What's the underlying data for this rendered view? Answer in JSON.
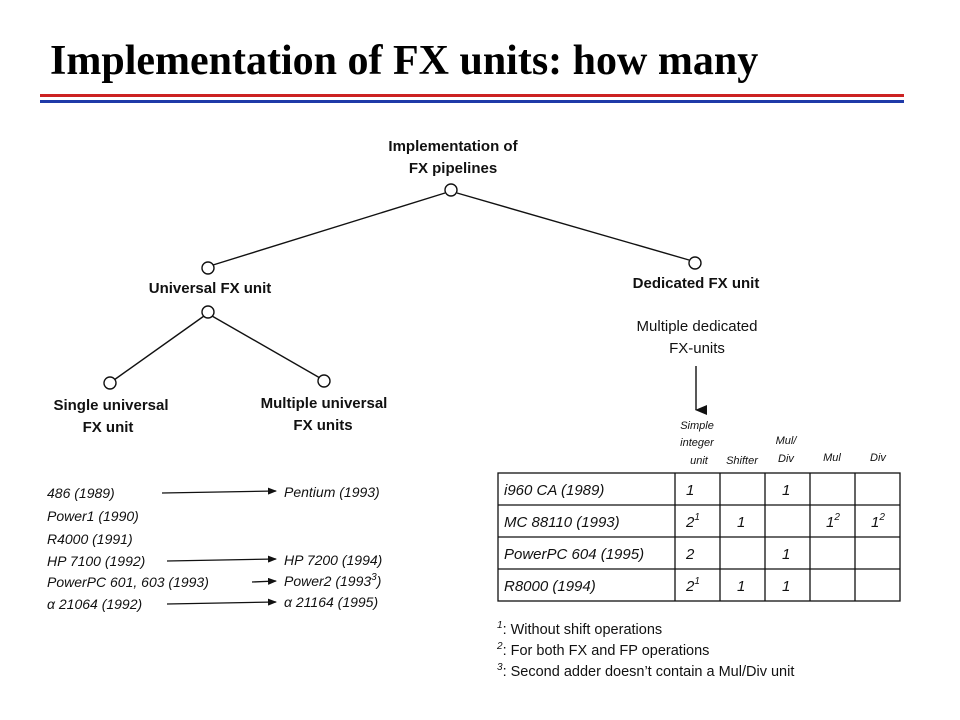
{
  "title": "Implementation of FX units: how many",
  "colors": {
    "rule_red": "#cc2222",
    "rule_blue": "#1f3aa8",
    "ink": "#111111"
  },
  "tree": {
    "root": [
      "Implementation of",
      "FX pipelines"
    ],
    "universal": "Universal FX unit",
    "dedicated": "Dedicated FX unit",
    "single": [
      "Single universal",
      "FX unit"
    ],
    "multiple": [
      "Multiple universal",
      "FX units"
    ],
    "dedicated_sub": [
      "Multiple dedicated",
      "FX-units"
    ]
  },
  "processors_left": [
    "486 (1989)",
    "Power1 (1990)",
    "R4000 (1991)",
    "HP 7100 (1992)",
    "PowerPC 601, 603 (1993)",
    "α 21064 (1992)"
  ],
  "processors_right": {
    "pentium": "Pentium (1993)",
    "hp7200": "HP 7200 (1994)",
    "power2": "Power2 (1993",
    "power2_sup": "3",
    "power2_close": ")",
    "alpha21164": "α 21164 (1995)"
  },
  "table": {
    "headers": {
      "simple": [
        "Simple",
        "integer",
        "unit"
      ],
      "shifter": "Shifter",
      "muldiv": [
        "Mul/",
        "Div"
      ],
      "mul": "Mul",
      "div": "Div"
    },
    "rows": [
      {
        "name": "i960 CA (1989)",
        "simple": "1",
        "simple_sup": "",
        "shifter": "",
        "muldiv": "1",
        "mul": "",
        "mul_sup": "",
        "div": "",
        "div_sup": ""
      },
      {
        "name": "MC 88110 (1993)",
        "simple": "2",
        "simple_sup": "1",
        "shifter": "1",
        "muldiv": "",
        "mul": "1",
        "mul_sup": "2",
        "div": "1",
        "div_sup": "2"
      },
      {
        "name": "PowerPC 604 (1995)",
        "simple": "2",
        "simple_sup": "",
        "shifter": "",
        "muldiv": "1",
        "mul": "",
        "mul_sup": "",
        "div": "",
        "div_sup": ""
      },
      {
        "name": "R8000 (1994)",
        "simple": "2",
        "simple_sup": "1",
        "shifter": "1",
        "muldiv": "1",
        "mul": "",
        "mul_sup": "",
        "div": "",
        "div_sup": ""
      }
    ]
  },
  "footnotes": [
    {
      "num": "1",
      "text": ": Without shift operations"
    },
    {
      "num": "2",
      "text": ": For both FX and FP operations"
    },
    {
      "num": "3",
      "text": ": Second adder doesn’t contain a Mul/Div unit"
    }
  ]
}
